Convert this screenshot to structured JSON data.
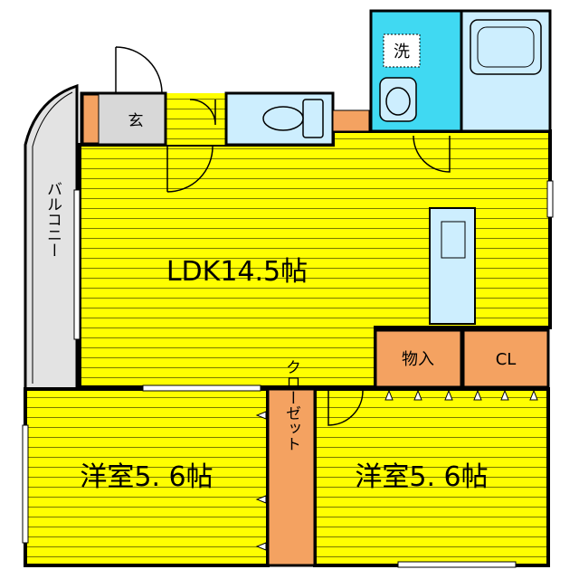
{
  "rooms": {
    "ldk": "LDK14.5帖",
    "western_left": "洋室5. 6帖",
    "western_right": "洋室5. 6帖",
    "storage": "物入",
    "closet_cl": "CL",
    "closet_vertical": "クローゼット",
    "balcony": "バルコニー",
    "entrance": "玄",
    "laundry": "洗"
  },
  "colors": {
    "room_yellow": "#ffff00",
    "stripe_dark": "#7a7a00",
    "wall": "#000000",
    "storage_orange": "#f4a261",
    "wet_area_blue": "#cdeefe",
    "laundry_cyan": "#40d9f2",
    "balcony_gray": "#e3e3e3",
    "entrance_gray": "#d8d8d8"
  }
}
